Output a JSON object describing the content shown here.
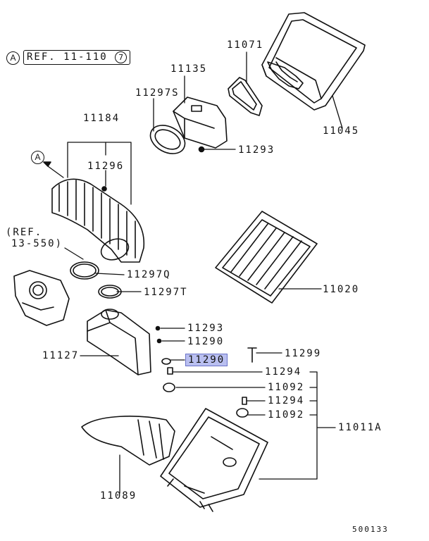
{
  "reference": {
    "marker": "A",
    "text": "REF. 11-110",
    "group": "7"
  },
  "ref_note": {
    "line1": "(REF.",
    "line2": "13-550)"
  },
  "callout_a": "A",
  "labels": {
    "p11071": "11071",
    "p11135": "11135",
    "p11297s": "11297S",
    "p11045": "11045",
    "p11184": "11184",
    "p11293_top": "11293",
    "p11296": "11296",
    "p11297q": "11297Q",
    "p11297t": "11297T",
    "p11020": "11020",
    "p11293_mid": "11293",
    "p11290_a": "11290",
    "p11127": "11127",
    "p11299": "11299",
    "p11290_b": "11290",
    "p11294_a": "11294",
    "p11092_a": "11092",
    "p11294_b": "11294",
    "p11092_b": "11092",
    "p11011a": "11011A",
    "p11089": "11089"
  },
  "diagram_id": "500133",
  "highlight_color": "#b9bff0"
}
